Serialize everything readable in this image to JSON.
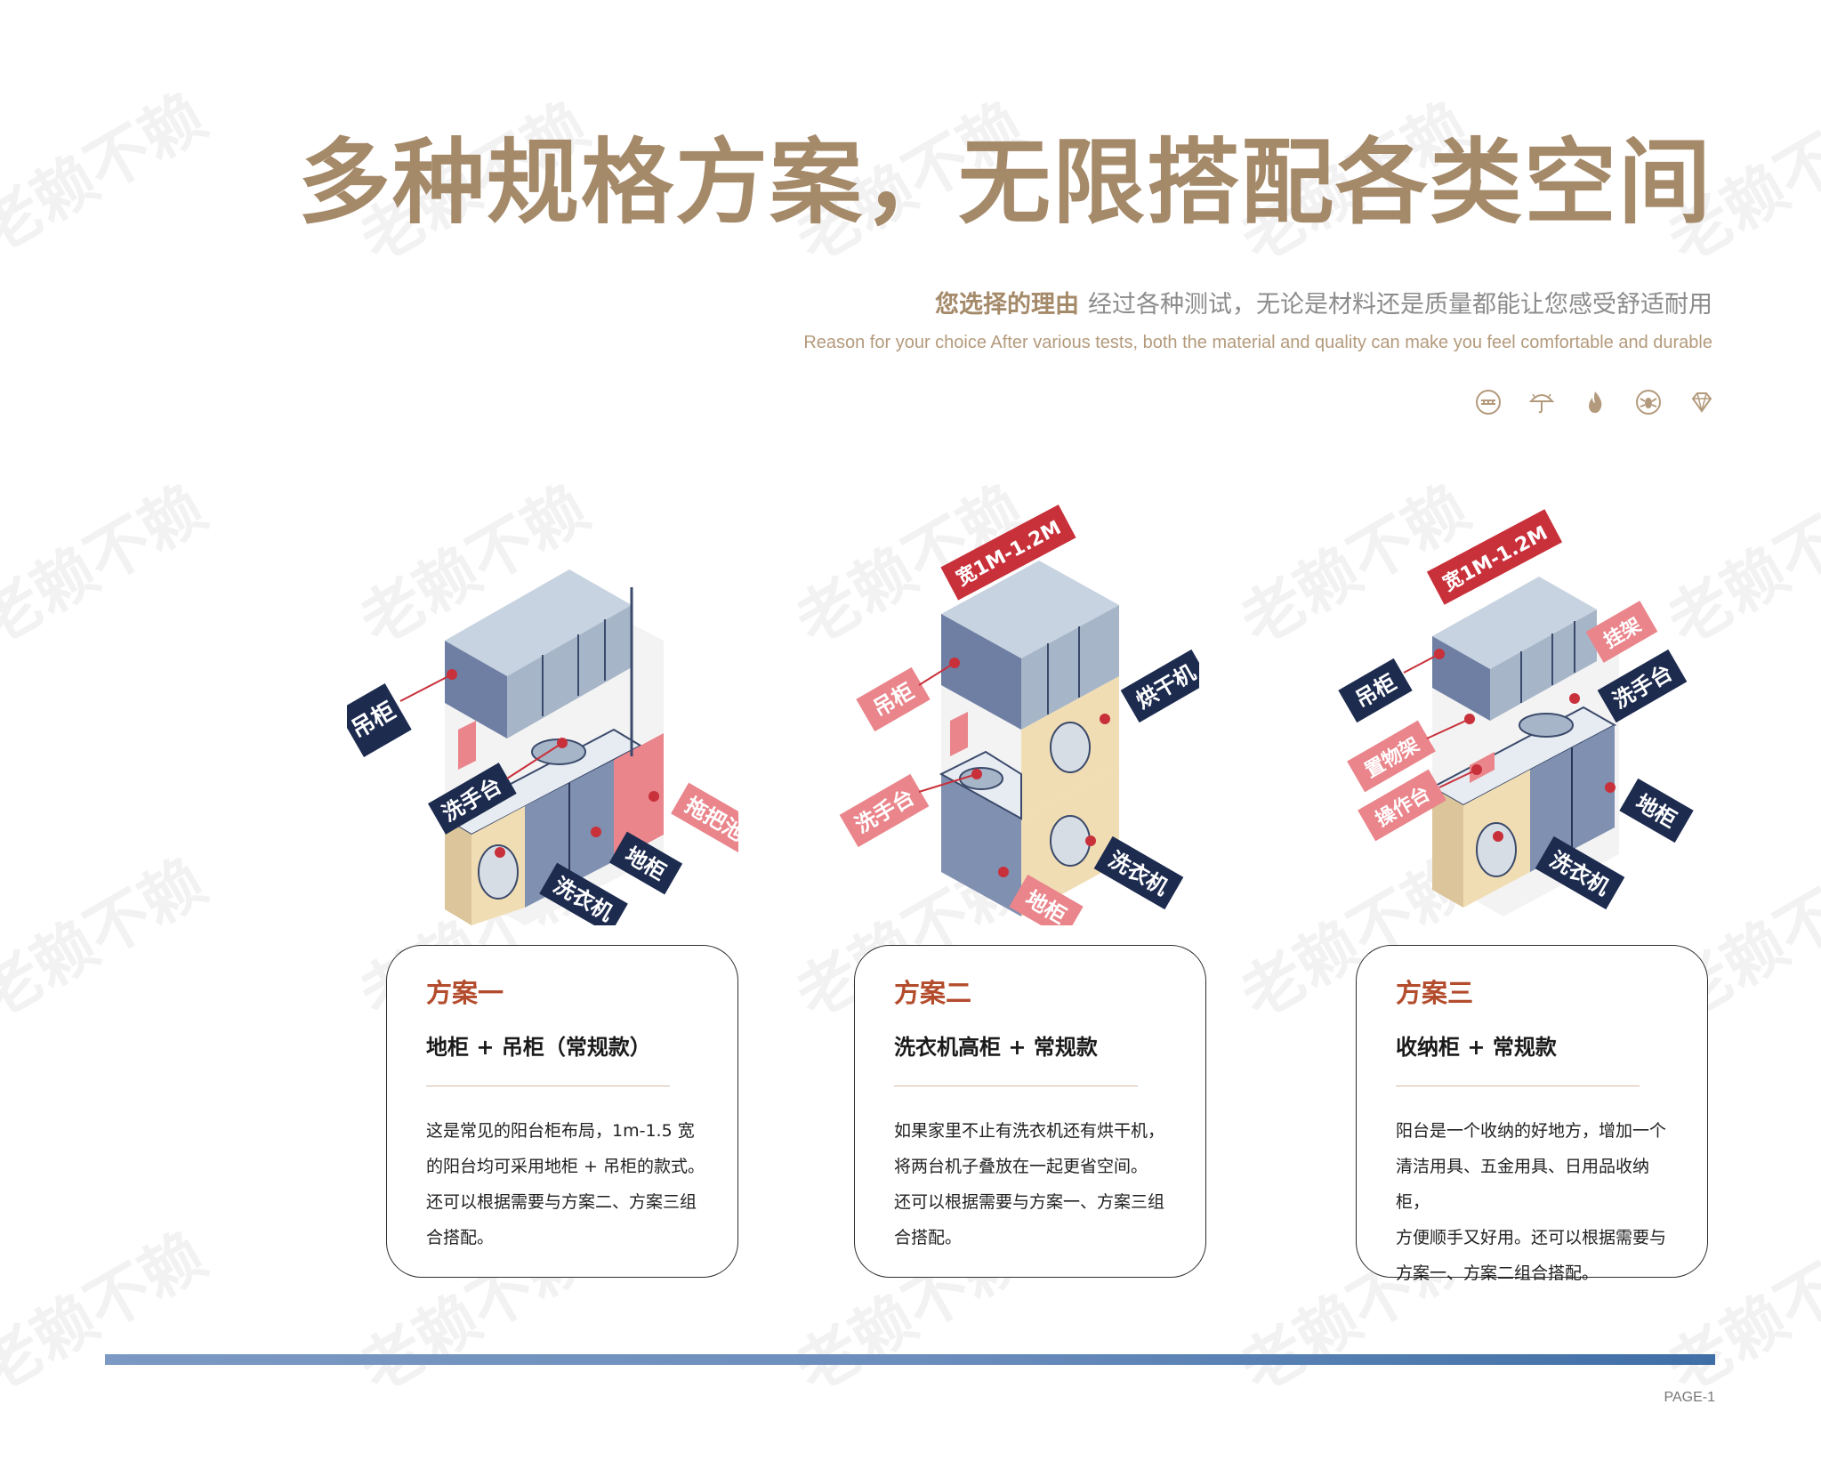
{
  "header": {
    "title": "多种规格方案，无限搭配各类空间",
    "subtitle_highlight": "您选择的理由",
    "subtitle_text": "经过各种测试，无论是材料还是质量都能让您感受舒适耐用",
    "subtitle_en": "Reason for your choice After various tests, both the material and quality can make you feel comfortable and durable"
  },
  "feature_icons": [
    "waterproof-icon",
    "umbrella-icon",
    "flame-icon",
    "insect-icon",
    "diamond-icon"
  ],
  "illustrations": [
    {
      "labels": {
        "hanging": "吊柜",
        "basin": "洗手台",
        "mop": "拖把池",
        "floor": "地柜",
        "washer": "洗衣机"
      }
    },
    {
      "labels": {
        "width": "宽1M-1.2M",
        "hanging": "吊柜",
        "dryer": "烘干机",
        "basin": "洗手台",
        "washer": "洗衣机",
        "floor": "地柜"
      }
    },
    {
      "labels": {
        "width": "宽1M-1.2M",
        "rack": "挂架",
        "hanging": "吊柜",
        "basin": "洗手台",
        "shelf": "置物架",
        "work": "操作台",
        "floor": "地柜",
        "washer": "洗衣机"
      }
    }
  ],
  "plans": [
    {
      "title": "方案一",
      "name": "地柜 + 吊柜（常规款）",
      "lines": [
        "这是常见的阳台柜布局，1m-1.5 宽",
        "的阳台均可采用地柜 + 吊柜的款式。",
        "还可以根据需要与方案二、方案三组",
        "合搭配。"
      ]
    },
    {
      "title": "方案二",
      "name": "洗衣机高柜 + 常规款",
      "lines": [
        "如果家里不止有洗衣机还有烘干机，",
        "将两台机子叠放在一起更省空间。",
        "还可以根据需要与方案一、方案三组",
        "合搭配。"
      ]
    },
    {
      "title": "方案三",
      "name": "收纳柜 + 常规款",
      "lines": [
        "阳台是一个收纳的好地方，增加一个",
        "清洁用具、五金用具、日用品收纳柜，",
        "方便顺手又好用。还可以根据需要与",
        "方案一、方案二组合搭配。"
      ]
    }
  ],
  "footer": {
    "page": "PAGE-1"
  },
  "watermark": "老赖不赖",
  "colors": {
    "title": "#a58a6a",
    "plan": "#b34c2d",
    "navy": "#1d2b4f",
    "red": "#c8303a",
    "pink": "#e9858b",
    "bar": "#5d85b8"
  }
}
